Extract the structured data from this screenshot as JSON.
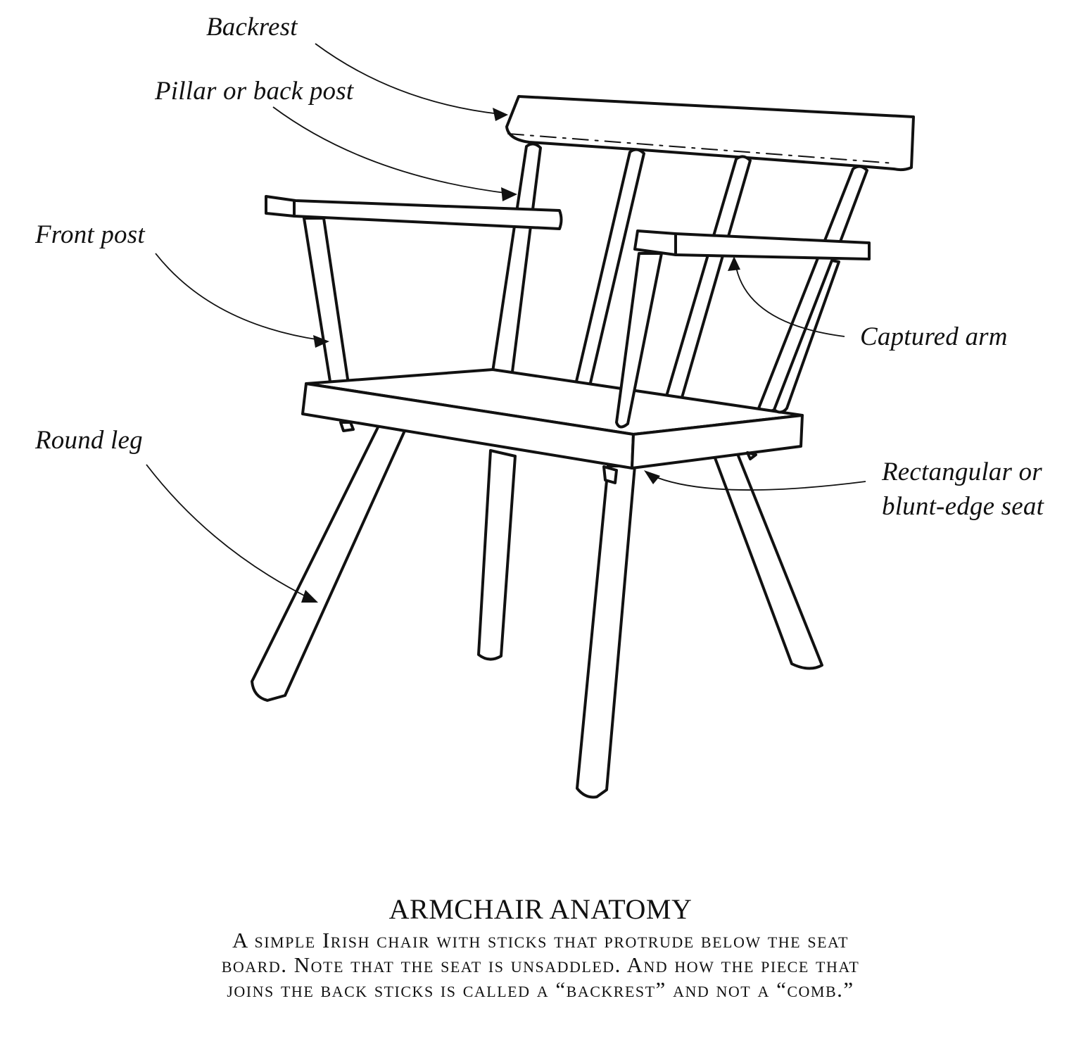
{
  "figure": {
    "subject": "Irish stick armchair line drawing",
    "stroke_color": "#111111",
    "background_color": "#ffffff"
  },
  "labels": {
    "backrest": "Backrest",
    "pillar": "Pillar or back post",
    "front_post": "Front post",
    "round_leg": "Round leg",
    "captured_arm": "Captured arm",
    "seat_line1": "Rectangular or",
    "seat_line2": "blunt-edge seat"
  },
  "caption": {
    "title": "ARMCHAIR ANATOMY",
    "lines": [
      "A simple Irish chair with sticks that protrude below the seat",
      "board. Note that the seat is unsaddled. And how the piece that",
      "joins the back sticks is called a “backrest” and not a “comb.”"
    ]
  }
}
